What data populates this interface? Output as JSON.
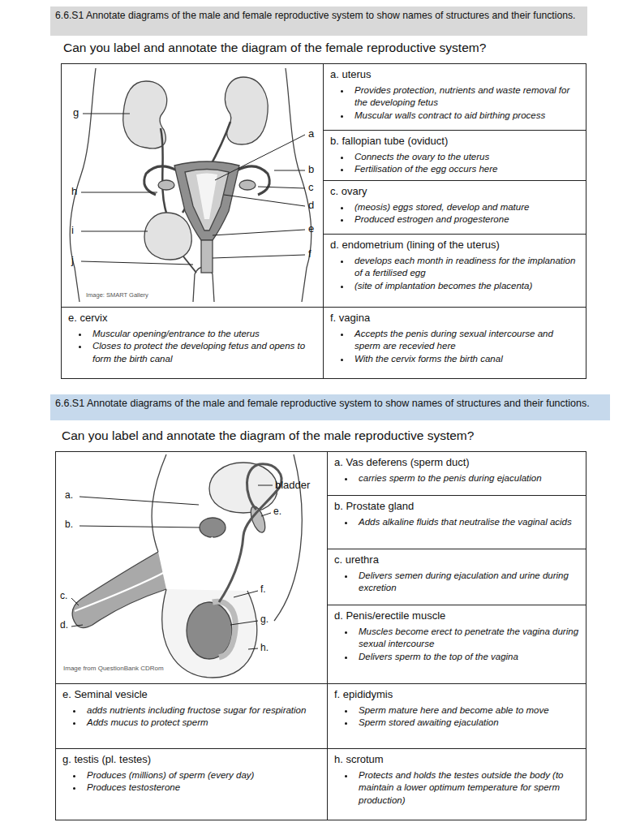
{
  "diagram": {
    "nodes": [
      {
        "text": [
          "6.6.S1 Annotate diagrams of the male and female reproductive system to show names of structures and their functions."
        ]
      },
      {
        "text": [
          "a. uterus",
          "Provides protection, nutrients and waste removal for the developing fetus",
          "Muscular walls contract to aid birthing process"
        ]
      },
      {
        "text": [
          "b. fallopian tube (oviduct)",
          "Connects the ovary to the uterus",
          "Fertilisation of the egg occurs here"
        ]
      },
      {
        "text": [
          "c. ovary",
          "(meosis) eggs stored, develop and mature",
          "Produced estrogen and progesterone"
        ]
      },
      {
        "text": [
          "d. endometrium (lining of the uterus)",
          "develops each month in readiness for the implanation of a fertilised egg",
          "(site of implantation becomes the placenta)"
        ]
      },
      {
        "text": [
          "e. cervix",
          "Muscular opening/entrance to the uterus",
          "Closes to protect the developing fetus and opens to form the birth canal"
        ]
      },
      {
        "text": [
          "f. vagina",
          "Accepts the penis during sexual intercourse and sperm are recevied here",
          "With the cervix forms the birth canal"
        ]
      },
      {
        "text": [
          "6.6.S1 Annotate diagrams of the male and female reproductive system to show names of structures and their functions."
        ]
      },
      {
        "text": [
          "a. Vas deferens (sperm duct)",
          "carries sperm to the penis during ejaculation"
        ]
      },
      {
        "text": [
          "b. Prostate gland",
          "Adds alkaline fluids that neutralise the vaginal acids"
        ]
      },
      {
        "text": [
          "c. urethra",
          "Delivers semen during ejaculation and urine during excretion"
        ]
      },
      {
        "text": [
          "d. Penis/erectile muscle",
          "Muscles become erect to penetrate the vagina during sexual intercourse",
          "Delivers sperm to the top of the vagina"
        ]
      },
      {
        "text": [
          "e. Seminal vesicle",
          "adds nutrients including fructose sugar for respiration",
          "Adds mucus to protect sperm"
        ]
      },
      {
        "text": [
          "f. epididymis",
          "Sperm mature here and become able to move",
          "Sperm stored awaiting ejaculation"
        ]
      },
      {
        "text": [
          "g. testis (pl. testes)",
          "Produces (millions) of sperm (every day)",
          "Produces testosterone"
        ]
      },
      {
        "text": [
          "h. scrotum",
          "Protects and holds the testes outside the body (to maintain a lower optimum temperature for sperm production)"
        ]
      }
    ],
    "labels": [
      "Can you label and annotate the diagram of the female reproductive system?",
      "g",
      "a",
      "b",
      "c",
      "h",
      "d",
      "i",
      "e",
      "j",
      "f",
      "Image: SMART Gallery",
      "Can you label and annotate the diagram of the male reproductive system?",
      "a.",
      "bladder",
      "e.",
      "b.",
      "f.",
      "c.",
      "g.",
      "d.",
      "h.",
      "Image from QuestionBank CDRom"
    ]
  }
}
